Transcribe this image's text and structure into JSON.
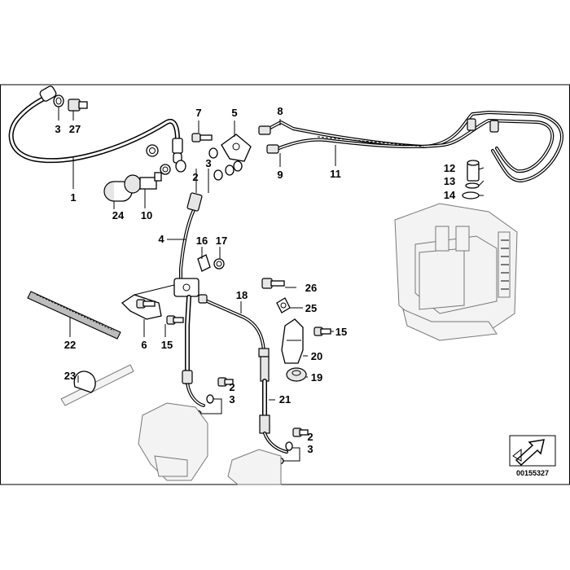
{
  "diagram": {
    "part_labels": [
      "1",
      "3",
      "27",
      "7",
      "5",
      "8",
      "2",
      "3",
      "9",
      "11",
      "12",
      "13",
      "14",
      "24",
      "10",
      "4",
      "16",
      "17",
      "26",
      "25",
      "18",
      "22",
      "6",
      "15",
      "15",
      "20",
      "19",
      "23",
      "2",
      "3",
      "21",
      "2",
      "3"
    ],
    "diagram_code": "00155327"
  }
}
